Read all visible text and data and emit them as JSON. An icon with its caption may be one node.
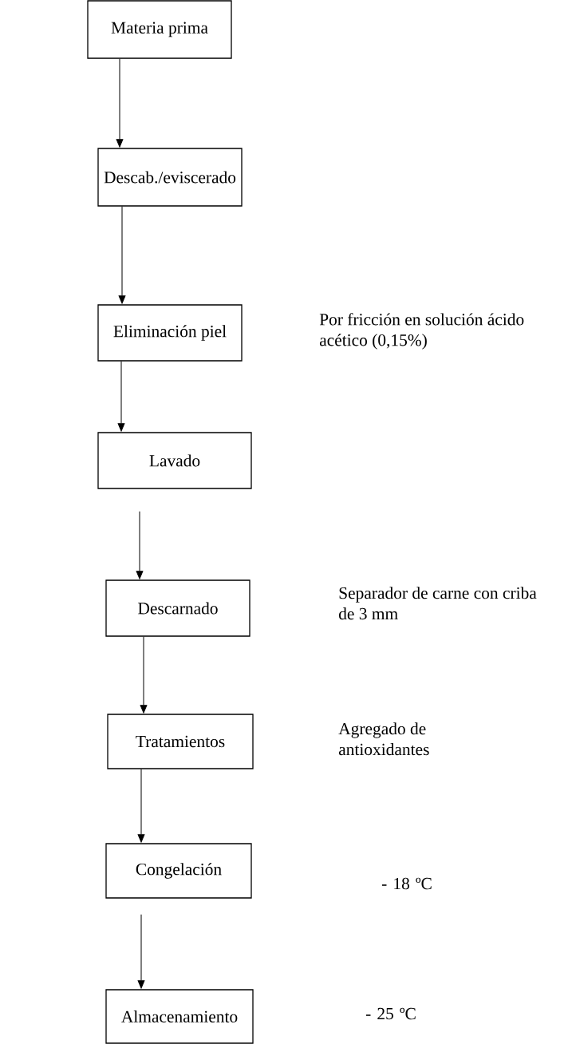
{
  "diagram": {
    "nodes": [
      {
        "text": [
          "Materia prima"
        ]
      },
      {
        "text": [
          "Descab./eviscerado"
        ]
      },
      {
        "text": [
          "Eliminación piel"
        ]
      },
      {
        "text": [
          "Lavado"
        ]
      },
      {
        "text": [
          "Descarnado"
        ]
      },
      {
        "text": [
          "Tratamientos"
        ]
      },
      {
        "text": [
          "Congelación"
        ]
      },
      {
        "text": [
          "Almacenamiento"
        ]
      }
    ],
    "edges": [
      {
        "from": 0,
        "to": 1,
        "arrow": "to"
      },
      {
        "from": 1,
        "to": 2,
        "arrow": "to"
      },
      {
        "from": 2,
        "to": 3,
        "arrow": "to"
      },
      {
        "from": 3,
        "to": 4,
        "arrow": "to"
      },
      {
        "from": 4,
        "to": 5,
        "arrow": "to"
      },
      {
        "from": 5,
        "to": 6,
        "arrow": "to"
      },
      {
        "from": 6,
        "to": 7,
        "arrow": "to"
      }
    ],
    "labels": [
      "Por fricción en solución ácido acético (0,15%)",
      "Separador de carne con criba de 3 mm",
      "Agregado de antioxidantes",
      "- 18 ºC",
      "- 25 ºC"
    ]
  }
}
